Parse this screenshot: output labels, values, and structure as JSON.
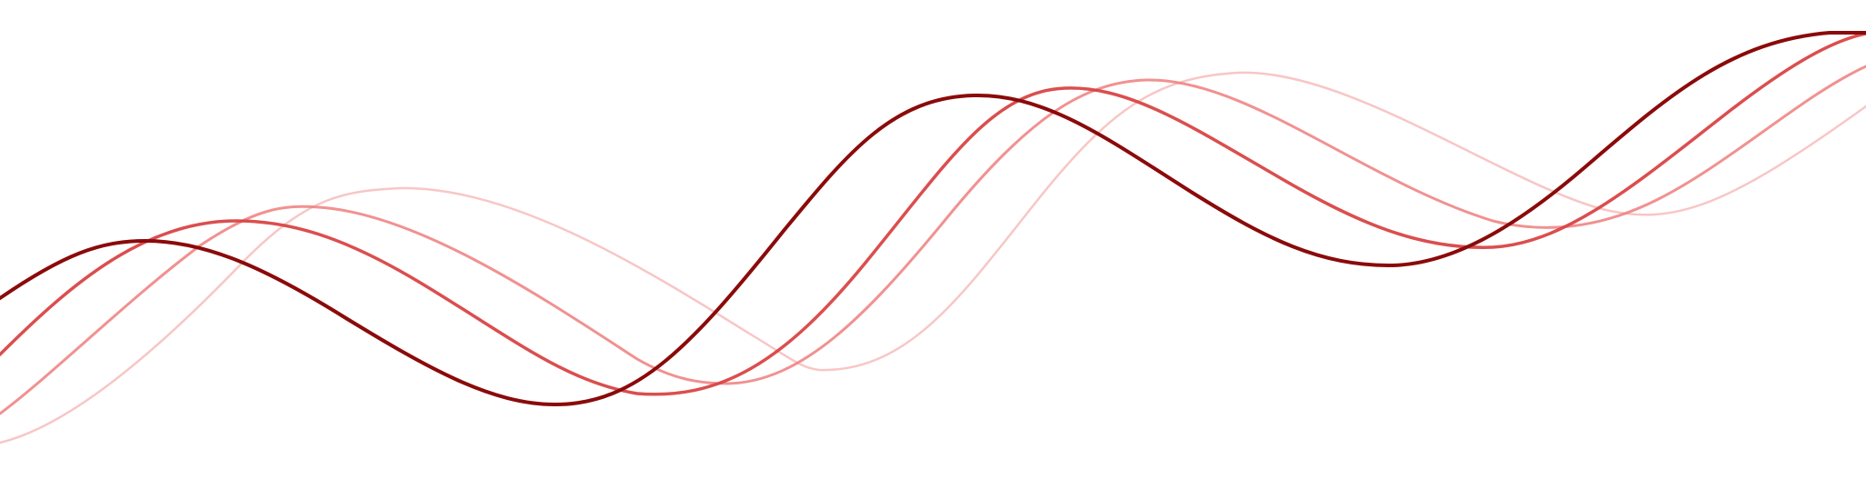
{
  "graphic": {
    "description": "decorative-wave-lines",
    "waves": [
      {
        "name": "wave-line-darkest",
        "color": "#8b0a0a",
        "opacity": 1.0
      },
      {
        "name": "wave-line-dark",
        "color": "#d94444",
        "opacity": 0.95
      },
      {
        "name": "wave-line-medium",
        "color": "#ef7e7e",
        "opacity": 0.85
      },
      {
        "name": "wave-line-light",
        "color": "#f6b3b3",
        "opacity": 0.75
      }
    ],
    "background": "#ffffff"
  }
}
